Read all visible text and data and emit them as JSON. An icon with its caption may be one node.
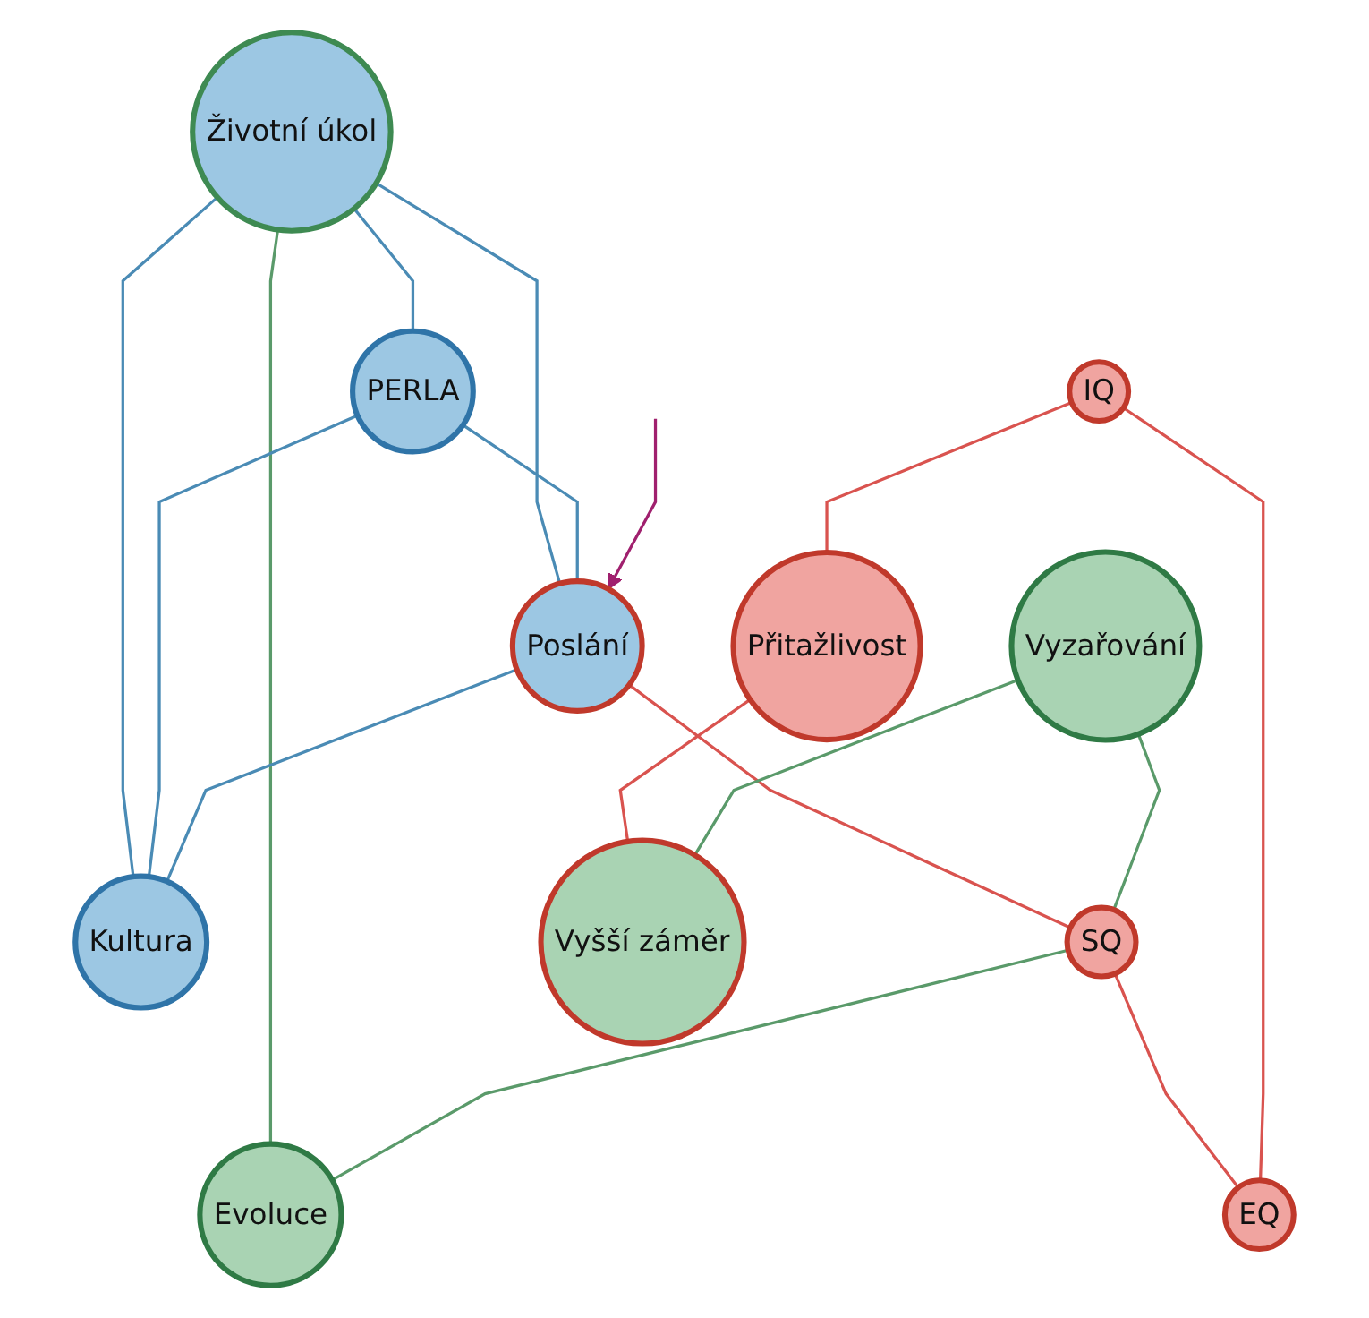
{
  "diagram": {
    "nodes": [
      {
        "text": [
          "Životní úkol"
        ]
      },
      {
        "text": [
          "PERLA"
        ]
      },
      {
        "text": [
          "Poslání"
        ]
      },
      {
        "text": [
          "Kultura"
        ]
      },
      {
        "text": [
          "Vyzařování"
        ]
      },
      {
        "text": [
          "SQ"
        ]
      },
      {
        "text": [
          "Evoluce"
        ]
      },
      {
        "text": [
          "IQ"
        ]
      },
      {
        "text": [
          "EQ"
        ]
      },
      {
        "text": [
          "Přitažlivost"
        ]
      },
      {
        "text": [
          "Vyšší záměr"
        ]
      }
    ],
    "edges": [
      {
        "from": 0,
        "to": 1,
        "arrow": "none",
        "color": "#4a8bb5"
      },
      {
        "from": 0,
        "to": 2,
        "arrow": "none",
        "color": "#4a8bb5"
      },
      {
        "from": 0,
        "to": 3,
        "arrow": "none",
        "color": "#4a8bb5"
      },
      {
        "from": 0,
        "to": 6,
        "arrow": "none",
        "color": "#5a9a6a"
      },
      {
        "from": 1,
        "to": 2,
        "arrow": "none",
        "color": "#4a8bb5"
      },
      {
        "from": 1,
        "to": 3,
        "arrow": "none",
        "color": "#4a8bb5"
      },
      {
        "from": 2,
        "to": 3,
        "arrow": "none",
        "color": "#4a8bb5"
      },
      {
        "from": 2,
        "to": 5,
        "arrow": "none",
        "color": "#d9534f"
      },
      {
        "from": 4,
        "to": 5,
        "arrow": "none",
        "color": "#5a9a6a"
      },
      {
        "from": 5,
        "to": 6,
        "arrow": "none",
        "color": "#5a9a6a"
      },
      {
        "from": 5,
        "to": 8,
        "arrow": "none",
        "color": "#d9534f"
      },
      {
        "from": 7,
        "to": 8,
        "arrow": "none",
        "color": "#d9534f"
      },
      {
        "from": 7,
        "to": 9,
        "arrow": "none",
        "color": "#d9534f"
      },
      {
        "from": 9,
        "to": 10,
        "arrow": "none",
        "color": "#d9534f"
      },
      {
        "from": 4,
        "to": 10,
        "arrow": "none",
        "color": "#5a9a6a"
      },
      {
        "from": null,
        "to": 2,
        "arrow": "to",
        "color": "#a0206e"
      }
    ]
  }
}
